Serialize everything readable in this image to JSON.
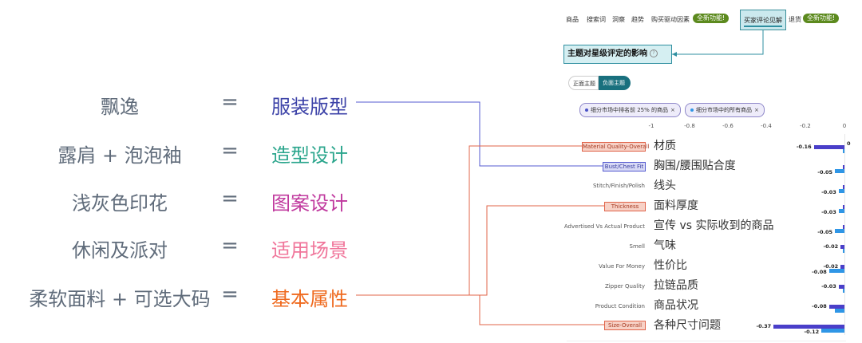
{
  "mapping": [
    {
      "left": "飘逸",
      "equals": "=",
      "category": "服装版型",
      "color": "#3d43a8"
    },
    {
      "left": "露肩 + 泡泡袖",
      "equals": "=",
      "category": "造型设计",
      "color": "#2aa58c"
    },
    {
      "left": "浅灰色印花",
      "equals": "=",
      "category": "图案设计",
      "color": "#c0399e"
    },
    {
      "left": "休闲及派对",
      "equals": "=",
      "category": "适用场景",
      "color": "#f0769b"
    },
    {
      "left": "柔软面料 + 可选大码",
      "equals": "=",
      "category": "基本属性",
      "color": "#ef6a1f"
    }
  ],
  "nav": {
    "items": [
      "商品",
      "搜索词",
      "洞察",
      "趋势",
      "购买驱动因素"
    ],
    "badge1": "全新功能!",
    "active_tab": "买家评论见解",
    "after": "退货",
    "badge2": "全新功能!"
  },
  "section_title": "主题对星级评定的影响",
  "help_glyph": "?",
  "toggle": {
    "positive": "正面主题",
    "negative": "负面主题"
  },
  "chips": [
    "细分市场中排名前 25% 的商品",
    "细分市场中的所有商品"
  ],
  "chip_close": "×",
  "axis_ticks": [
    "-1",
    "-0.8",
    "-0.6",
    "-0.4",
    "-0.2",
    "0"
  ],
  "axis_range": [
    -1,
    0
  ],
  "rows": [
    {
      "label": "Material Quality-Overall",
      "annotation": "材质",
      "highlight": "red",
      "v1": -0.16,
      "v2": 0,
      "v1_text": "-0.16",
      "v2_text": "0"
    },
    {
      "label": "Bust/Chest Fit",
      "annotation": "胸围/腰围贴合度",
      "highlight": "blue",
      "v1": -0.005,
      "v2": -0.05,
      "v1_text": "",
      "v2_text": "-0.05"
    },
    {
      "label": "Stitch/Finish/Polish",
      "annotation": "线头",
      "highlight": "",
      "v1": -0.005,
      "v2": -0.03,
      "v1_text": "",
      "v2_text": "-0.03"
    },
    {
      "label": "Thickness",
      "annotation": "面料厚度",
      "highlight": "red",
      "v1": -0.005,
      "v2": -0.03,
      "v1_text": "",
      "v2_text": "-0.03"
    },
    {
      "label": "Advertised Vs Actual Product",
      "annotation": "宣传 vs 实际收到的商品",
      "highlight": "",
      "v1": -0.005,
      "v2": -0.05,
      "v1_text": "",
      "v2_text": "-0.05"
    },
    {
      "label": "Smell",
      "annotation": "气味",
      "highlight": "",
      "v1": -0.02,
      "v2": -0.005,
      "v1_text": "-0.02",
      "v2_text": ""
    },
    {
      "label": "Value For Money",
      "annotation": "性价比",
      "highlight": "",
      "v1": -0.02,
      "v2": -0.08,
      "v1_text": "-0.02",
      "v2_text": "-0.08"
    },
    {
      "label": "Zipper Quality",
      "annotation": "拉链品质",
      "highlight": "",
      "v1": -0.03,
      "v2": -0.005,
      "v1_text": "-0.03",
      "v2_text": ""
    },
    {
      "label": "Product Condition",
      "annotation": "商品状况",
      "highlight": "",
      "v1": -0.08,
      "v2": -0.05,
      "v1_text": "-0.08",
      "v2_text": ""
    },
    {
      "label": "Size-Overall",
      "annotation": "各种尺寸问题",
      "highlight": "red",
      "v1": -0.37,
      "v2": -0.12,
      "v1_text": "-0.37",
      "v2_text": "-0.12"
    }
  ],
  "colors": {
    "bar_series1": "#4a3fc9",
    "bar_series2": "#2f96e6",
    "connector_red": "#e0644a",
    "connector_blue": "#555bd0",
    "connector_teal": "#2f8fa0"
  }
}
